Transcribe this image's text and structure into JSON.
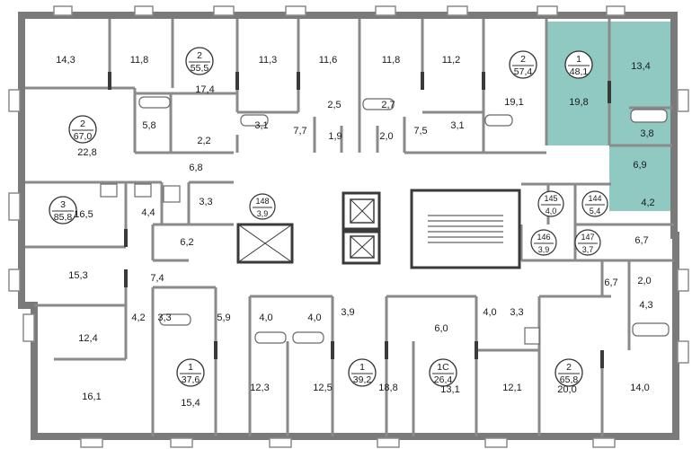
{
  "colors": {
    "highlight": "#8fc9c1",
    "wall": "#7a7a7a",
    "wall_dark": "#3a3a3a",
    "window": "#d6d6d6"
  },
  "apartment_badges": [
    {
      "rooms": "2",
      "area": "55,5"
    },
    {
      "rooms": "2",
      "area": "57,4"
    },
    {
      "rooms": "1",
      "area": "48,1"
    },
    {
      "rooms": "2",
      "area": "67,0"
    },
    {
      "rooms": "3",
      "area": "85,8"
    },
    {
      "rooms": "1",
      "area": "37,6"
    },
    {
      "rooms": "1",
      "area": "39,2"
    },
    {
      "rooms": "1С",
      "area": "26,4"
    },
    {
      "rooms": "2",
      "area": "65,8"
    }
  ],
  "storage_badges": [
    {
      "number": "148",
      "area": "3,9"
    },
    {
      "number": "145",
      "area": "4,0"
    },
    {
      "number": "144",
      "area": "5,4"
    },
    {
      "number": "146",
      "area": "3,9"
    },
    {
      "number": "147",
      "area": "3,7"
    }
  ],
  "room_areas": [
    "14,3",
    "11,8",
    "17,4",
    "11,3",
    "11,6",
    "11,8",
    "11,2",
    "19,1",
    "19,8",
    "13,4",
    "5,8",
    "2,2",
    "3,1",
    "2,5",
    "7,7",
    "1,9",
    "2,7",
    "2,0",
    "7,5",
    "3,1",
    "3,8",
    "6,9",
    "22,8",
    "6,8",
    "16,5",
    "4,4",
    "3,3",
    "4,2",
    "6,2",
    "6,7",
    "15,3",
    "7,4",
    "6,7",
    "2,0",
    "4,3",
    "12,4",
    "4,2",
    "3,3",
    "5,9",
    "4,0",
    "4,0",
    "3,9",
    "6,0",
    "4,0",
    "3,3",
    "16,1",
    "15,4",
    "12,3",
    "12,5",
    "18,8",
    "13,1",
    "12,1",
    "20,0",
    "14,0"
  ]
}
